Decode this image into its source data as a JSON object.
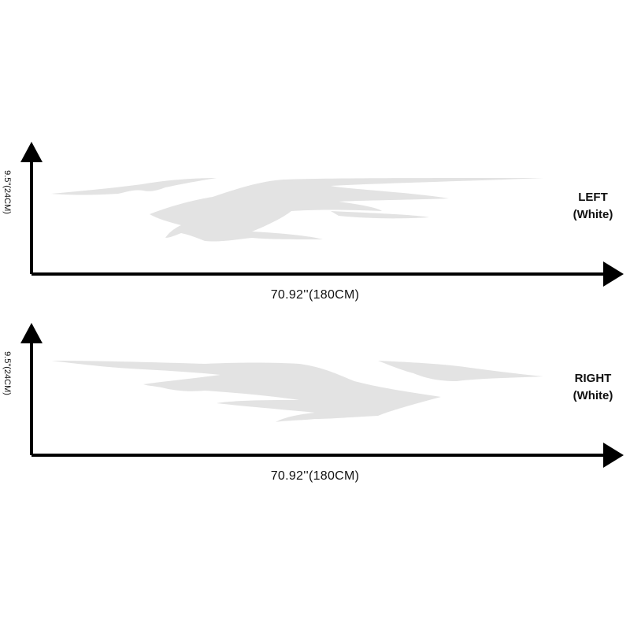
{
  "panels": [
    {
      "side_label": "LEFT",
      "color_label": "(White)",
      "height_label": "9.5\"(24CM)",
      "width_label": "70.92''(180CM)"
    },
    {
      "side_label": "RIGHT",
      "color_label": "(White)",
      "height_label": "9.5\"(24CM)",
      "width_label": "70.92''(180CM)"
    }
  ],
  "colors": {
    "axis": "#000000",
    "decal": "#e3e3e3"
  }
}
